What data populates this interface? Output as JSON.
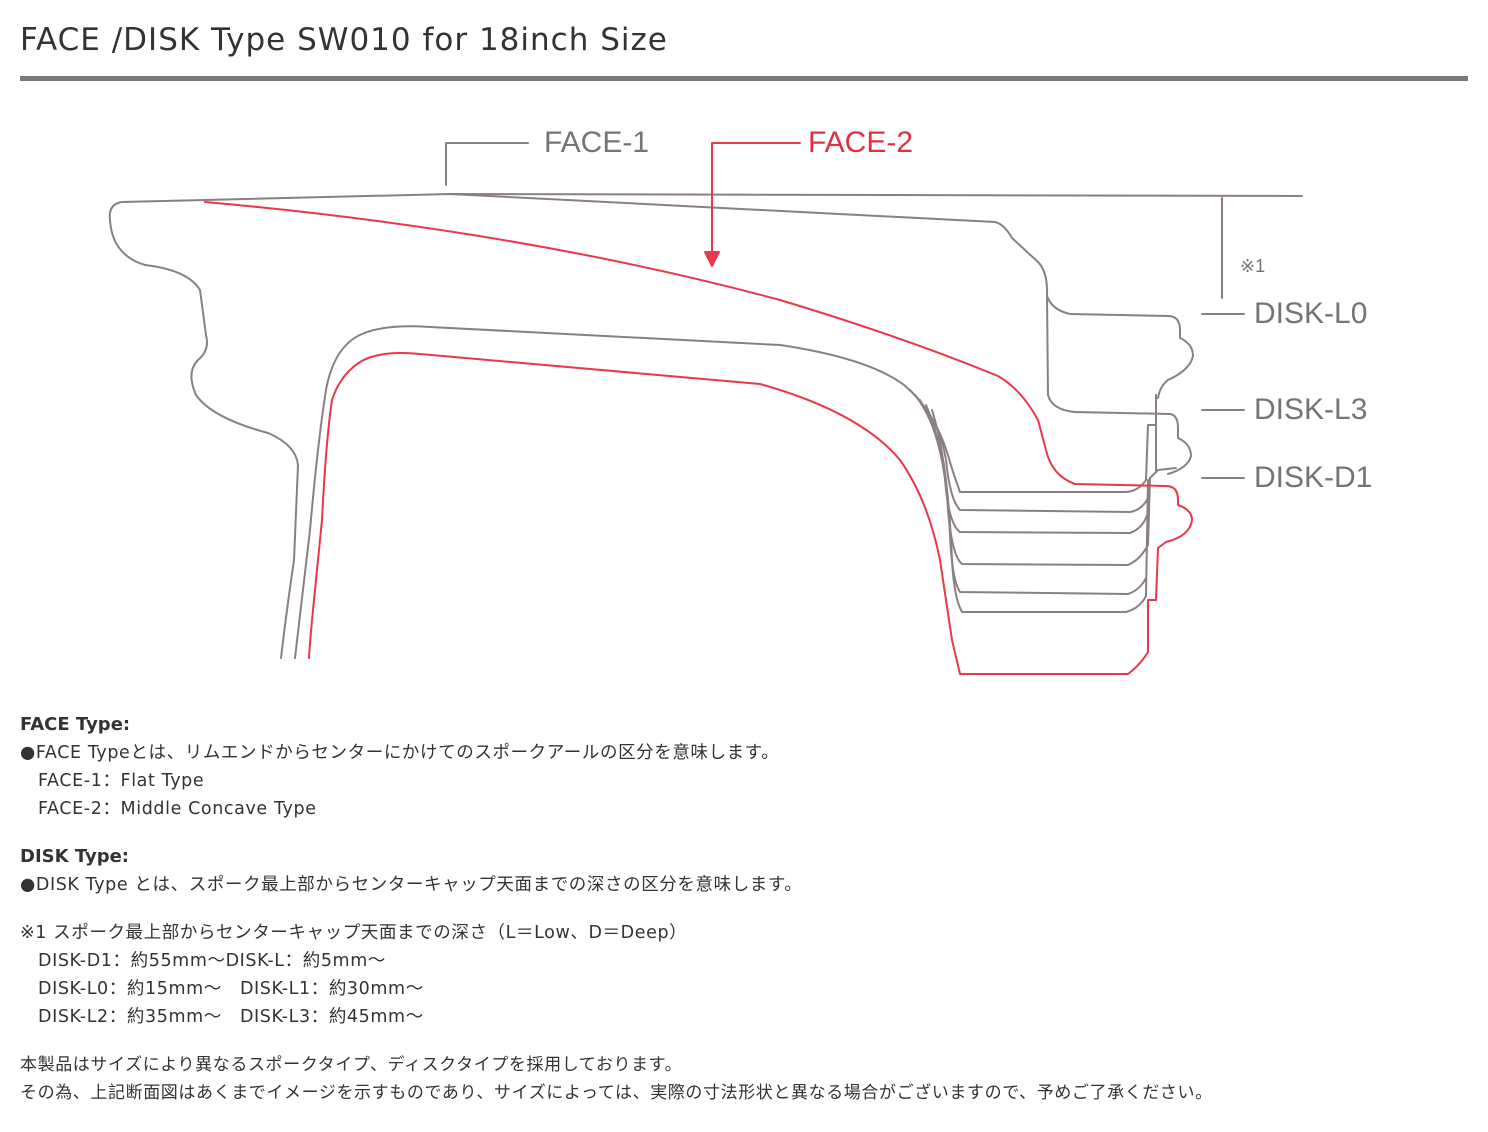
{
  "title": "FACE /DISK Type SW010 for 18inch Size",
  "diagram": {
    "labels": {
      "face1": "FACE-1",
      "face2": "FACE-2",
      "note": "※1",
      "disk_l0": "DISK-L0",
      "disk_l3": "DISK-L3",
      "disk_d1": "DISK-D1"
    },
    "colors": {
      "gray_line": "#8a8080",
      "red_line": "#e8384a",
      "label_gray": "#747474",
      "label_red": "#e03040"
    }
  },
  "face_section": {
    "heading": "FACE Type:",
    "description": "●FACE Typeとは、リムエンドからセンターにかけてのスポークアールの区分を意味します。",
    "items": [
      "FACE-1：Flat Type",
      "FACE-2：Middle Concave Type"
    ]
  },
  "disk_section": {
    "heading": "DISK Type:",
    "description": "●DISK Type とは、スポーク最上部からセンターキャップ天面までの深さの区分を意味します。"
  },
  "note_section": {
    "title": "※1 スポーク最上部からセンターキャップ天面までの深さ（L＝Low、D＝Deep）",
    "rows": [
      "DISK-D1：約55mm〜DISK-L：約5mm〜",
      "DISK-L0：約15mm〜　DISK-L1：約30mm〜",
      "DISK-L2：約35mm〜　DISK-L3：約45mm〜"
    ]
  },
  "footer": {
    "lines": [
      "本製品はサイズにより異なるスポークタイプ、ディスクタイプを採用しております。",
      "その為、上記断面図はあくまでイメージを示すものであり、サイズによっては、実際の寸法形状と異なる場合がございますので、予めご了承ください。"
    ]
  }
}
